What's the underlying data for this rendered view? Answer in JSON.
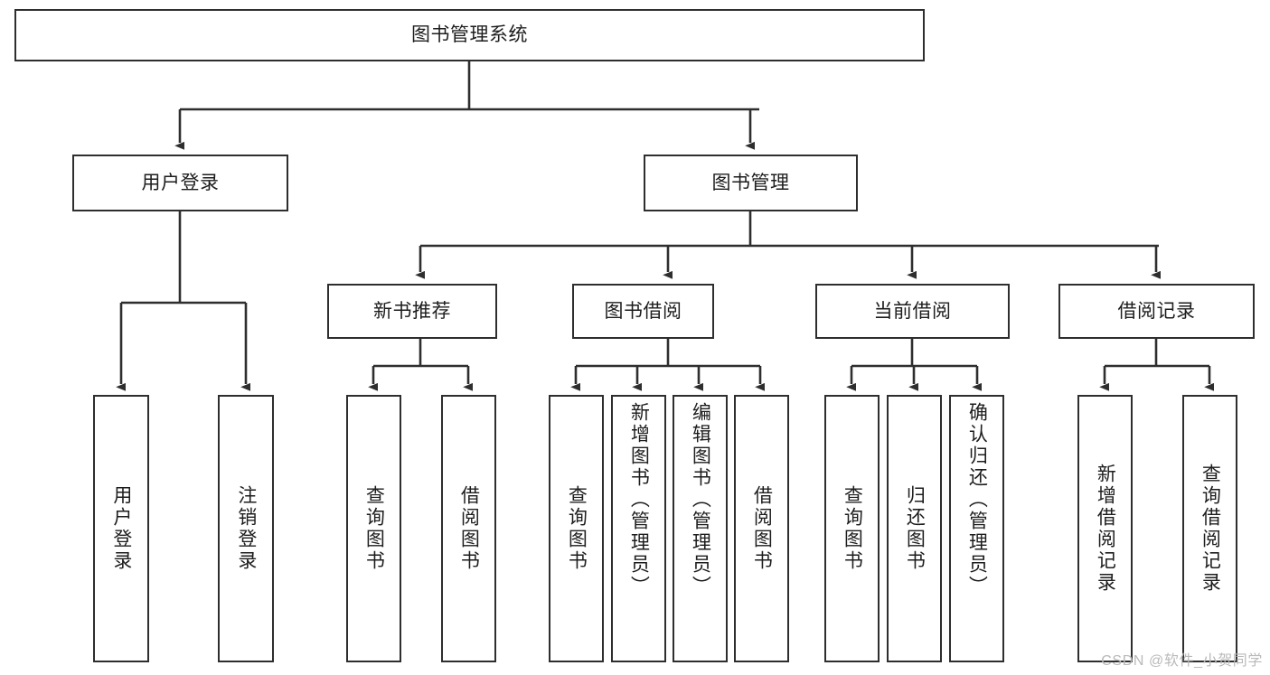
{
  "diagram": {
    "type": "tree",
    "title": "图书管理系统",
    "colors": {
      "stroke": "#2e2e2e",
      "fill": "#ffffff",
      "text": "#1d1d1d",
      "watermark": "#b9b9b9"
    },
    "root": {
      "label": "图书管理系统"
    },
    "level1": [
      {
        "id": "user-login",
        "label": "用户登录"
      },
      {
        "id": "book-manage",
        "label": "图书管理"
      }
    ],
    "level2": [
      {
        "id": "new-book-recommend",
        "label": "新书推荐",
        "parent": "book-manage"
      },
      {
        "id": "book-borrow",
        "label": "图书借阅",
        "parent": "book-manage"
      },
      {
        "id": "current-borrow",
        "label": "当前借阅",
        "parent": "book-manage"
      },
      {
        "id": "borrow-record",
        "label": "借阅记录",
        "parent": "book-manage"
      }
    ],
    "leaves": {
      "user_login": [
        {
          "id": "leaf-user-login",
          "label": "用户登录"
        },
        {
          "id": "leaf-user-logout",
          "label": "注销登录"
        }
      ],
      "new_book_recommend": [
        {
          "id": "leaf-query-book-1",
          "label": "查询图书"
        },
        {
          "id": "leaf-borrow-book-1",
          "label": "借阅图书"
        }
      ],
      "book_borrow": [
        {
          "id": "leaf-query-book-2",
          "label": "查询图书"
        },
        {
          "id": "leaf-add-book",
          "label": "新增图书（管理员）"
        },
        {
          "id": "leaf-edit-book",
          "label": "编辑图书（管理员）"
        },
        {
          "id": "leaf-borrow-book-2",
          "label": "借阅图书"
        }
      ],
      "current_borrow": [
        {
          "id": "leaf-query-book-3",
          "label": "查询图书"
        },
        {
          "id": "leaf-return-book",
          "label": "归还图书"
        },
        {
          "id": "leaf-confirm-return",
          "label": "确认归还（管理员）"
        }
      ],
      "borrow_record": [
        {
          "id": "leaf-add-record",
          "label": "新增借阅记录"
        },
        {
          "id": "leaf-query-record",
          "label": "查询借阅记录"
        }
      ]
    }
  },
  "watermark": {
    "text": "CSDN @软件_小贺同学"
  }
}
